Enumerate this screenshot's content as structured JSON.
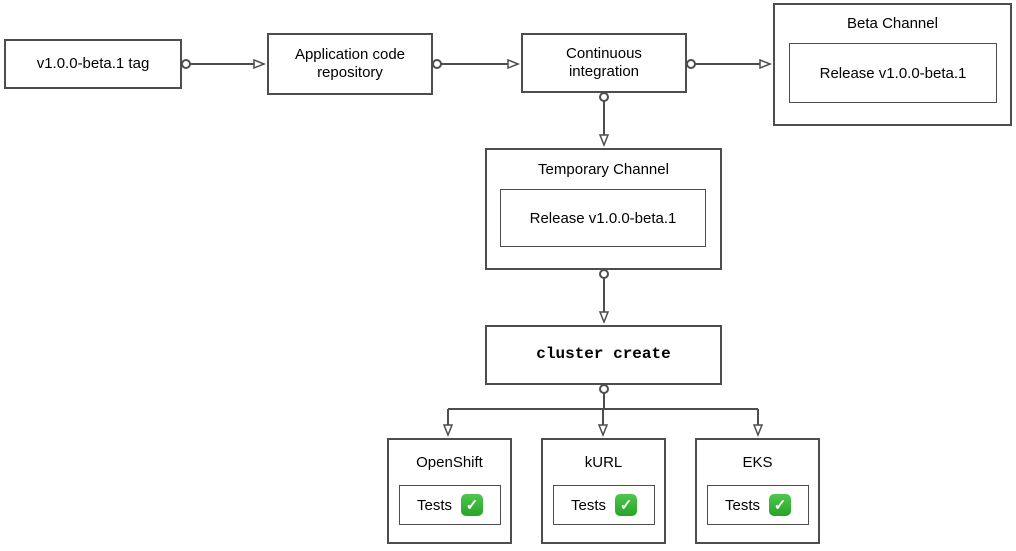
{
  "nodes": {
    "tag": {
      "label": "v1.0.0-beta.1 tag"
    },
    "repo": {
      "label": "Application code repository"
    },
    "ci": {
      "label": "Continuous integration"
    },
    "beta_channel": {
      "title": "Beta Channel",
      "release_label": "Release v1.0.0-beta.1"
    },
    "temporary_channel": {
      "title": "Temporary Channel",
      "release_label": "Release v1.0.0-beta.1"
    },
    "cluster_create": {
      "label": "cluster create"
    },
    "clusters": [
      {
        "title": "OpenShift",
        "tests_label": "Tests"
      },
      {
        "title": "kURL",
        "tests_label": "Tests"
      },
      {
        "title": "EKS",
        "tests_label": "Tests"
      }
    ]
  },
  "icons": {
    "check": "✓"
  },
  "colors": {
    "stroke": "#4d4d4d",
    "text": "#000000",
    "background": "#ffffff",
    "check_green": "#2fae2e",
    "check_mark": "#ffffff"
  }
}
